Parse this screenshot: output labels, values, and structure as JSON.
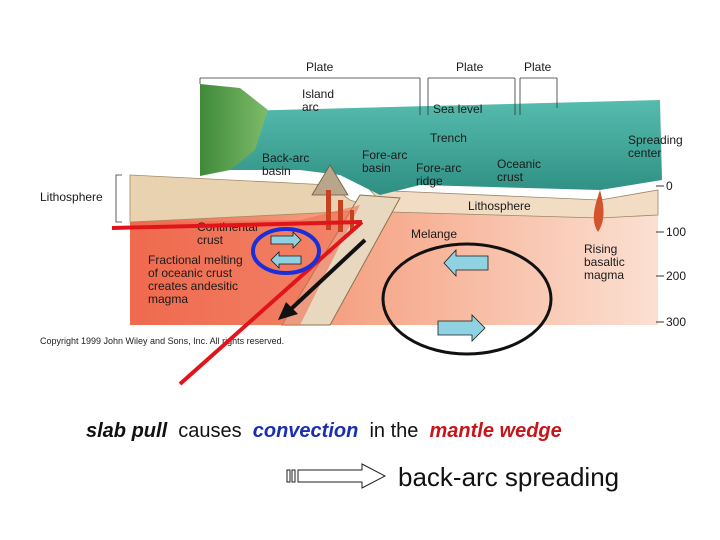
{
  "diagram": {
    "labels": {
      "plate_1": "Plate",
      "plate_2": "Plate",
      "plate_3": "Plate",
      "island_arc": "Island\narc",
      "sea_level": "Sea level",
      "trench": "Trench",
      "back_arc_basin": "Back-arc\nbasin",
      "fore_arc_basin": "Fore-arc\nbasin",
      "fore_arc_ridge": "Fore-arc\nridge",
      "oceanic_crust": "Oceanic\ncrust",
      "spreading_center": "Spreading\ncenter",
      "lithosphere_left": "Lithosphere",
      "lithosphere_right": "Lithosphere",
      "continental_crust": "Continental\ncrust",
      "melange": "Melange",
      "rising_magma": "Rising\nbasaltic\nmagma",
      "fractional_melting": "Fractional melting\nof oceanic crust\ncreates andesitic\nmagma",
      "depth_0": "0",
      "depth_100": "100",
      "depth_200": "200",
      "depth_300": "300",
      "copyright": "Copyright 1999 John Wiley and Sons, Inc. All rights reserved."
    },
    "colors": {
      "ocean_top": "#3fae9c",
      "mantle": "#f7c3a8",
      "wedge": "#ee6a4e",
      "annotation_red": "#e0151b",
      "annotation_blue": "#1a2fd8",
      "arrow_fill": "#8fd3e3"
    }
  },
  "caption": {
    "slab_pull": "slab pull",
    "causes": "causes",
    "convection": "convection",
    "in_the": "in the",
    "mantle_wedge": "mantle wedge"
  },
  "legend": {
    "back_arc_spreading": "back-arc spreading"
  }
}
